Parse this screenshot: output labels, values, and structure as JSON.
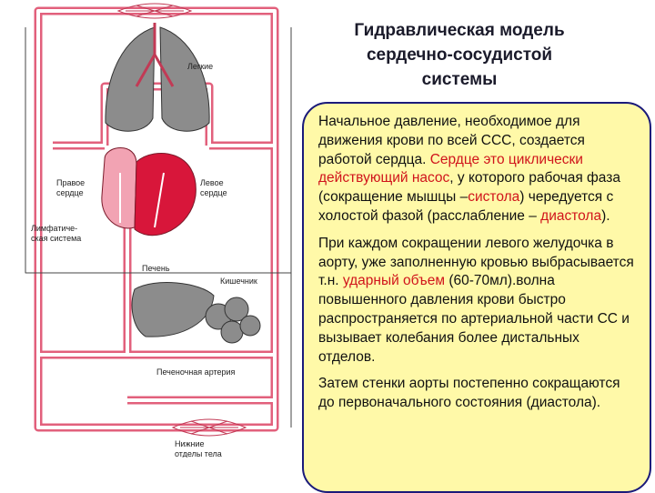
{
  "title": "Гидравлическая модель\nсердечно-сосудистой\nсистемы",
  "diagram": {
    "labels": {
      "lungs": "Легкие",
      "right_heart_1": "Правое",
      "right_heart_2": "сердце",
      "left_heart_1": "Левое",
      "left_heart_2": "сердце",
      "lymph_1": "Лимфатиче-",
      "lymph_2": "ская система",
      "liver": "Печень",
      "intestine": "Кишечник",
      "hepatic_artery": "Печеночная артерия",
      "lower_body_1": "Нижние",
      "lower_body_2": "отделы тела"
    }
  },
  "paragraphs": {
    "p1": {
      "t1": "Начальное давление, необходимое для движения крови по всей ССС, создается работой сердца. ",
      "r1": "Сердце это циклически действующий насос",
      "t2": ", у которого рабочая фаза (сокращение мышцы –",
      "r2": "систола",
      "t3": ") чередуется с холостой фазой (расслабление – ",
      "r3": "диастола",
      "t4": ")."
    },
    "p2": {
      "t1": "При каждом сокращении левого желудочка в аорту, уже заполненную кровью выбрасывается т.н. ",
      "r1": "ударный объем",
      "t2": " (60-70мл).волна повышенного давления крови быстро распространяется по артериальной части СС и вызывает колебания более дистальных отделов."
    },
    "p3": {
      "t1": "Затем стенки аорты постепенно сокращаются до первоначального состояния (диастола)."
    }
  },
  "colors": {
    "vessel": "#e2607c",
    "heart": "#d8163a",
    "organ": "#8c8c8c",
    "box_fill": "#fff9a8",
    "box_border": "#1a1a7a",
    "accent_text": "#d0141b"
  }
}
